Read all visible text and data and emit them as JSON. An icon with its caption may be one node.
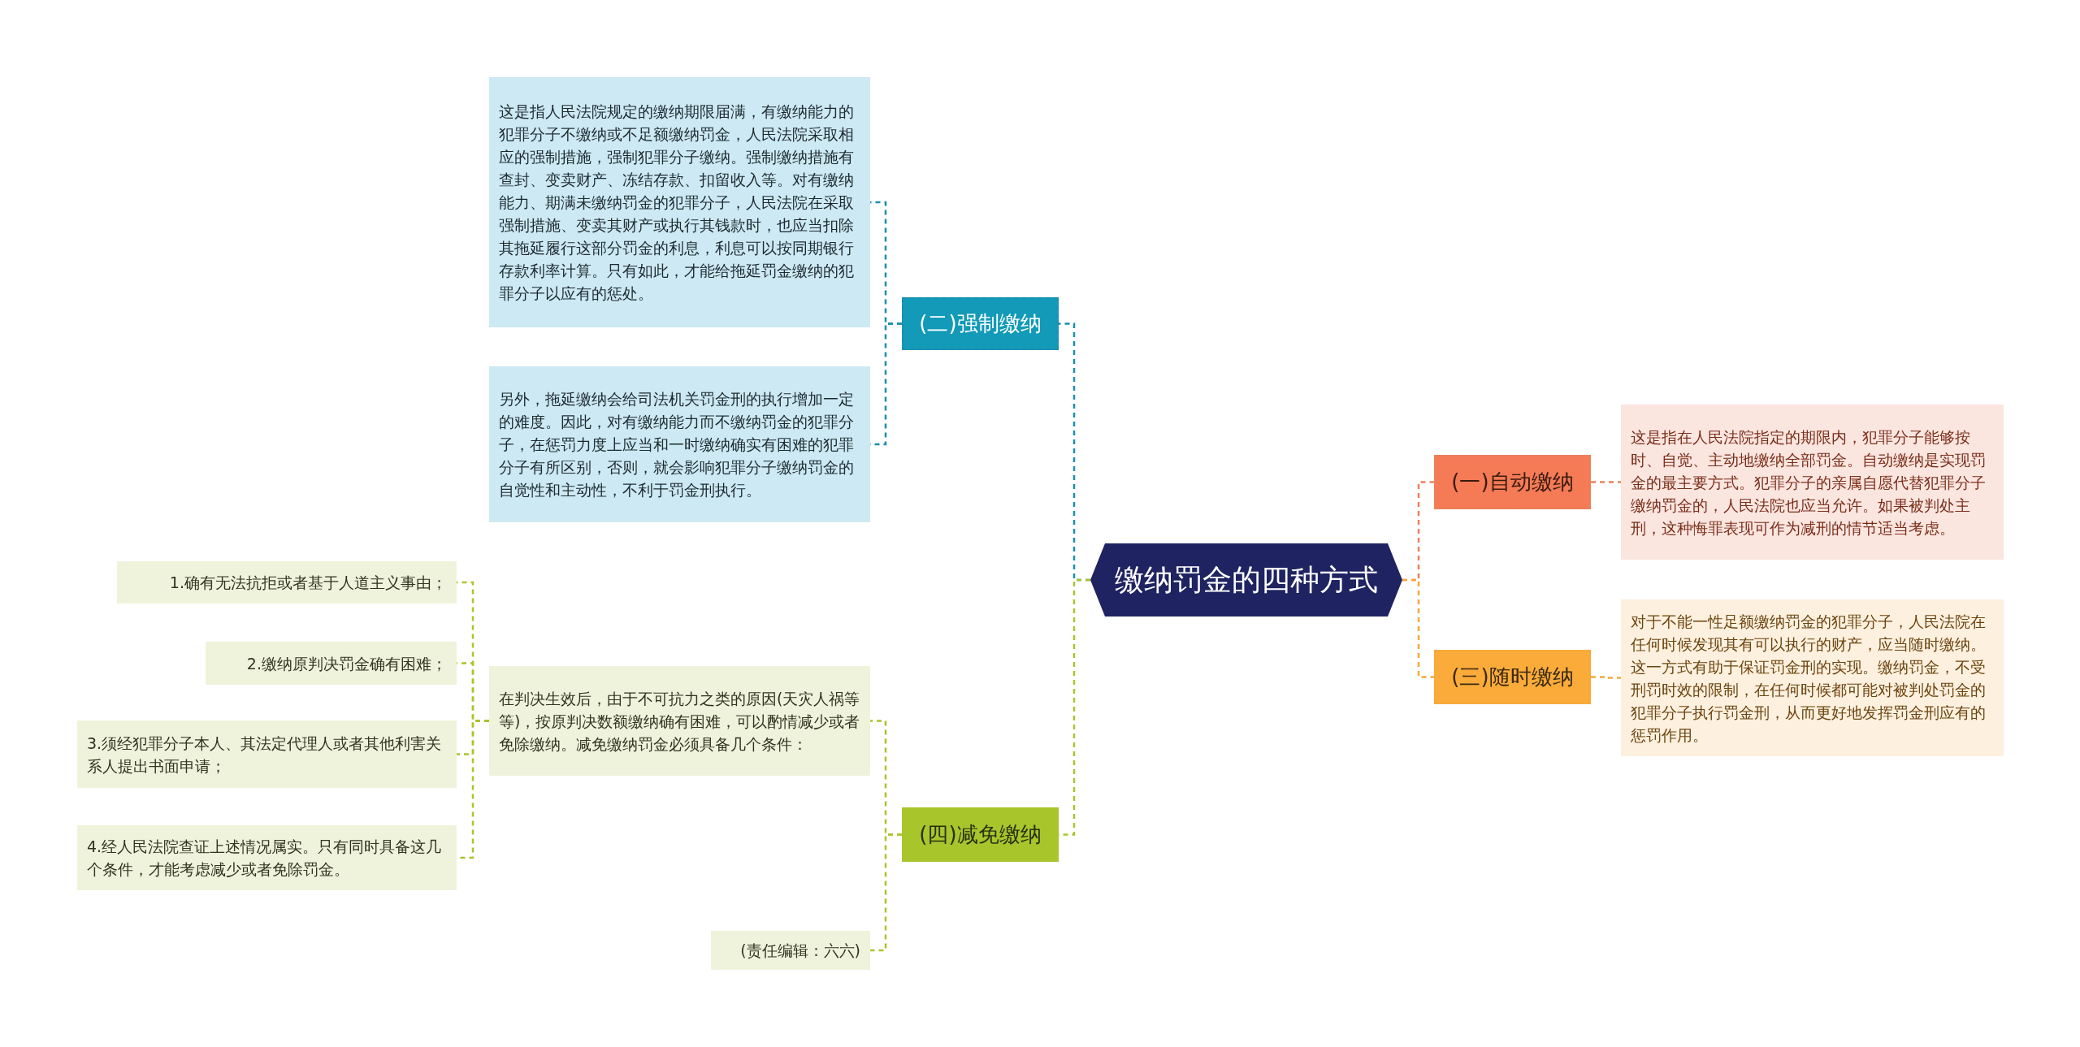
{
  "diagram": {
    "nodes": [
      {
        "text": [
          "缴纳罚金的四种方式"
        ]
      },
      {
        "text": [
          "(一)自动缴纳"
        ]
      },
      {
        "text": [
          "这是指在人民法院指定的期限内，犯罪分子能够按时、自觉、主动地缴纳全部罚金。自动缴纳是实现罚金的最主要方式。犯罪分子的亲属自愿代替犯罪分子缴纳罚金的，人民法院也应当允许。如果被判处主刑，这种悔罪表现可作为减刑的情节适当考虑。"
        ]
      },
      {
        "text": [
          "(三)随时缴纳"
        ]
      },
      {
        "text": [
          "对于不能一性足额缴纳罚金的犯罪分子，人民法院在任何时候发现其有可以执行的财产，应当随时缴纳。这一方式有助于保证罚金刑的实现。缴纳罚金，不受刑罚时效的限制，在任何时候都可能对被判处罚金的犯罪分子执行罚金刑，从而更好地发挥罚金刑应有的惩罚作用。"
        ]
      },
      {
        "text": [
          "(二)强制缴纳"
        ]
      },
      {
        "text": [
          "这是指人民法院规定的缴纳期限届满，有缴纳能力的犯罪分子不缴纳或不足额缴纳罚金，人民法院采取相应的强制措施，强制犯罪分子缴纳。强制缴纳措施有查封、变卖财产、冻结存款、扣留收入等。对有缴纳能力、期满未缴纳罚金的犯罪分子，人民法院在采取强制措施、变卖其财产或执行其钱款时，也应当扣除其拖延履行这部分罚金的利息，利息可以按同期银行存款利率计算。只有如此，才能给拖延罚金缴纳的犯罪分子以应有的惩处。"
        ]
      },
      {
        "text": [
          "另外，拖延缴纳会给司法机关罚金刑的执行增加一定的难度。因此，对有缴纳能力而不缴纳罚金的犯罪分子，在惩罚力度上应当和一时缴纳确实有困难的犯罪分子有所区别，否则，就会影响犯罪分子缴纳罚金的自觉性和主动性，不利于罚金刑执行。"
        ]
      },
      {
        "text": [
          "(四)减免缴纳"
        ]
      },
      {
        "text": [
          "在判决生效后，由于不可抗力之类的原因(天灾人祸等等)，按原判决数额缴纳确有困难，可以酌情减少或者免除缴纳。减免缴纳罚金必须具备几个条件："
        ]
      },
      {
        "text": [
          "1.确有无法抗拒或者基于人道主义事由；"
        ]
      },
      {
        "text": [
          "2.缴纳原判决罚金确有困难；"
        ]
      },
      {
        "text": [
          "3.须经犯罪分子本人、其法定代理人或者其他利害关系人提出书面申请；"
        ]
      },
      {
        "text": [
          "4.经人民法院查证上述情况属实。只有同时具备这几个条件，才能考虑减少或者免除罚金。"
        ]
      },
      {
        "text": [
          "(责任编辑：六六)"
        ]
      }
    ],
    "edges": [
      {
        "from": 0,
        "to": 1,
        "arrow": "none",
        "style": "dashed",
        "color": "#e8825c"
      },
      {
        "from": 0,
        "to": 3,
        "arrow": "none",
        "style": "dashed",
        "color": "#f5a93a"
      },
      {
        "from": 0,
        "to": 5,
        "arrow": "none",
        "style": "dashed",
        "color": "#1a8fae"
      },
      {
        "from": 0,
        "to": 8,
        "arrow": "none",
        "style": "dashed",
        "color": "#a8c52c"
      },
      {
        "from": 1,
        "to": 2,
        "arrow": "none",
        "style": "dashed",
        "color": "#e8825c"
      },
      {
        "from": 3,
        "to": 4,
        "arrow": "none",
        "style": "dashed",
        "color": "#f5a93a"
      },
      {
        "from": 5,
        "to": 6,
        "arrow": "none",
        "style": "dashed",
        "color": "#1a8fae"
      },
      {
        "from": 5,
        "to": 7,
        "arrow": "none",
        "style": "dashed",
        "color": "#1a8fae"
      },
      {
        "from": 8,
        "to": 9,
        "arrow": "none",
        "style": "dashed",
        "color": "#a8c52c"
      },
      {
        "from": 8,
        "to": 14,
        "arrow": "none",
        "style": "dashed",
        "color": "#a8c52c"
      },
      {
        "from": 9,
        "to": 10,
        "arrow": "none",
        "style": "dashed",
        "color": "#a8c52c"
      },
      {
        "from": 9,
        "to": 11,
        "arrow": "none",
        "style": "dashed",
        "color": "#a8c52c"
      },
      {
        "from": 9,
        "to": 12,
        "arrow": "none",
        "style": "dashed",
        "color": "#a8c52c"
      },
      {
        "from": 9,
        "to": 13,
        "arrow": "none",
        "style": "dashed",
        "color": "#a8c52c"
      }
    ]
  }
}
